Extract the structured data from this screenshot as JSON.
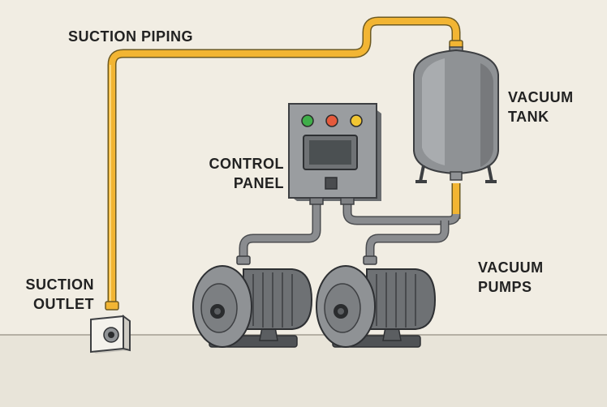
{
  "labels": {
    "suction_piping": "SUCTION PIPING",
    "vacuum_tank": [
      "VACUUM",
      "TANK"
    ],
    "control_panel": [
      "CONTROL",
      "PANEL"
    ],
    "vacuum_pumps": [
      "VACUUM",
      "PUMPS"
    ],
    "suction_outlet": [
      "SUCTION",
      "OUTLET"
    ]
  },
  "colors": {
    "background": "#f1ede3",
    "floor": "#e8e4d9",
    "suction_pipe": "#f2b533",
    "pipe_gray": "#7f8184",
    "equipment_gray": "#8f9295",
    "indicator_green": "#3fae49",
    "indicator_red": "#e55a3c",
    "indicator_yellow": "#f2c632"
  },
  "icons": {
    "vacuum_tank": "vacuum-tank-icon",
    "control_panel": "control-panel-icon",
    "vacuum_pump": "vacuum-pump-icon",
    "suction_outlet": "suction-outlet-icon"
  }
}
